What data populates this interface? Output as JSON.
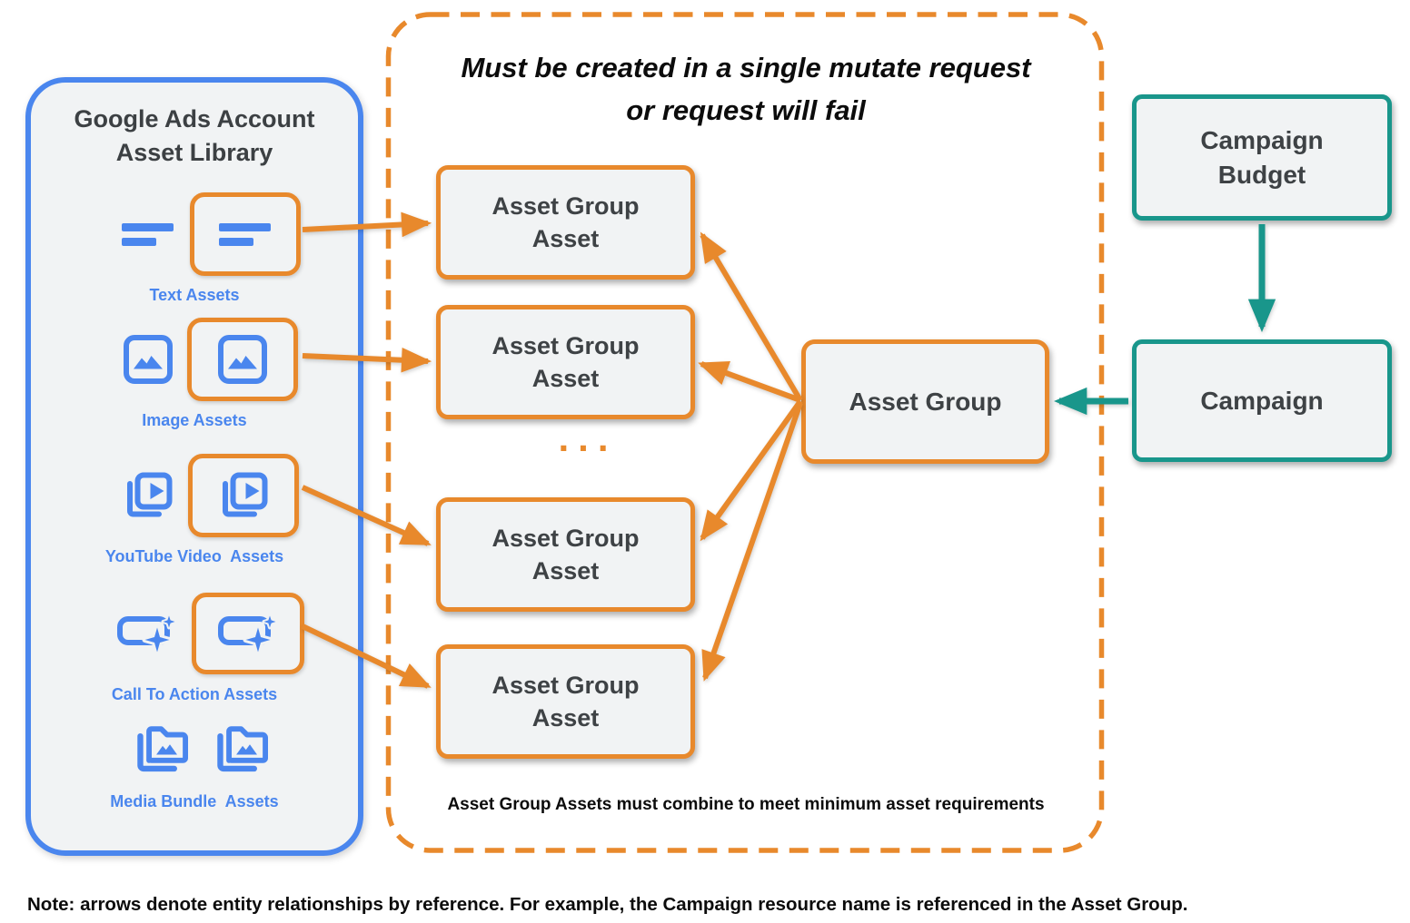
{
  "library": {
    "title": "Google Ads Account Asset Library",
    "items": [
      {
        "label": "Text Assets"
      },
      {
        "label": "Image Assets"
      },
      {
        "label": "YouTube Video  Assets"
      },
      {
        "label": "Call To Action Assets"
      },
      {
        "label": "Media Bundle  Assets"
      }
    ]
  },
  "mutate_panel": {
    "title_line1": "Must be created in a single mutate request",
    "title_line2": "or request will fail",
    "boxes": [
      "Asset Group Asset",
      "Asset Group Asset",
      "Asset Group Asset",
      "Asset Group Asset"
    ],
    "ellipsis": "...",
    "footnote": "Asset Group Assets must combine to meet minimum asset requirements"
  },
  "entities": {
    "asset_group": "Asset Group",
    "campaign_budget": "Campaign Budget",
    "campaign": "Campaign"
  },
  "note": "Note: arrows denote entity relationships by reference. For example, the Campaign resource name is referenced in the Asset Group.",
  "colors": {
    "orange": "#E8892C",
    "blue": "#4A86EE",
    "teal": "#19968B",
    "panel_fill": "#F1F3F4",
    "text_dark": "#3E4245"
  }
}
